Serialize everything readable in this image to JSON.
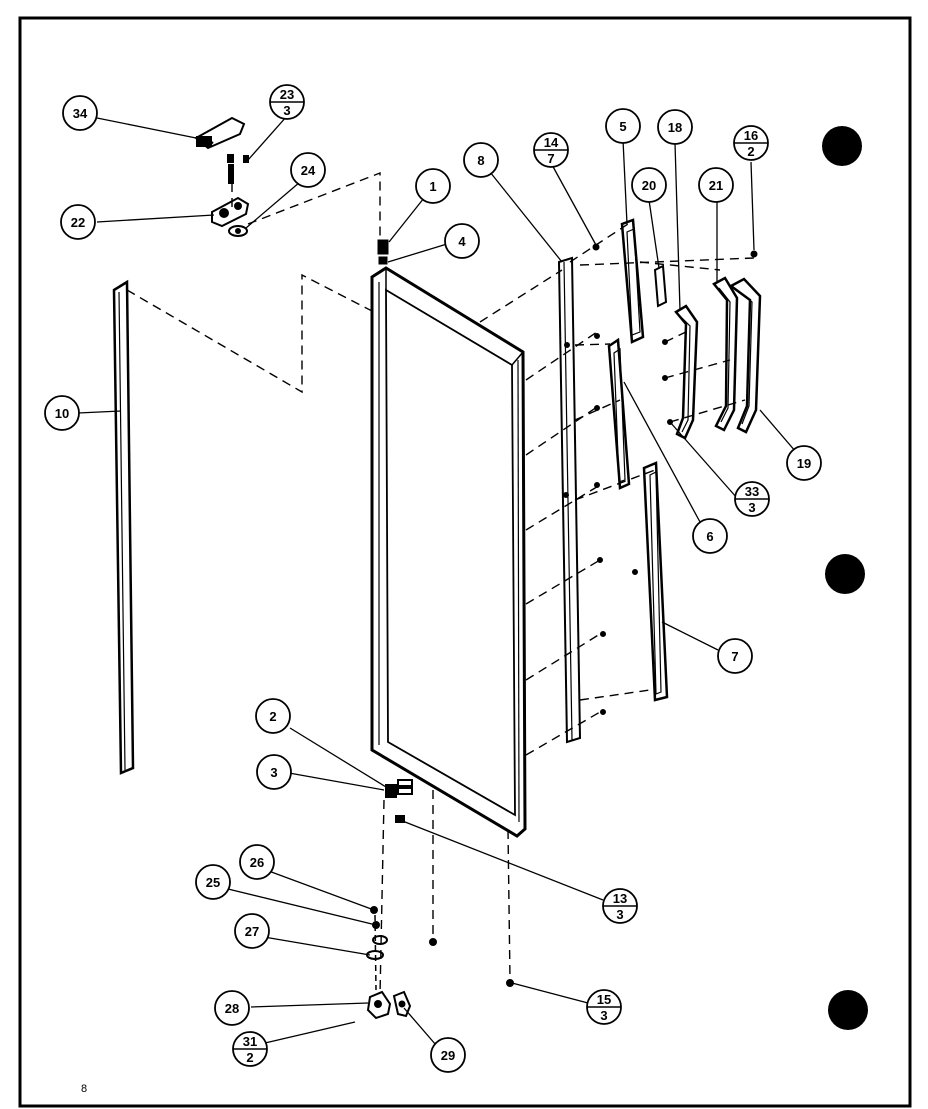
{
  "page_number": "8",
  "callouts": [
    {
      "id": "c1",
      "num": "1",
      "den": ""
    },
    {
      "id": "c2",
      "num": "2",
      "den": ""
    },
    {
      "id": "c3",
      "num": "3",
      "den": ""
    },
    {
      "id": "c4",
      "num": "4",
      "den": ""
    },
    {
      "id": "c5",
      "num": "5",
      "den": ""
    },
    {
      "id": "c6",
      "num": "6",
      "den": ""
    },
    {
      "id": "c7",
      "num": "7",
      "den": ""
    },
    {
      "id": "c8",
      "num": "8",
      "den": ""
    },
    {
      "id": "c10",
      "num": "10",
      "den": ""
    },
    {
      "id": "c13",
      "num": "13",
      "den": "3"
    },
    {
      "id": "c14",
      "num": "14",
      "den": "7"
    },
    {
      "id": "c15",
      "num": "15",
      "den": "3"
    },
    {
      "id": "c16",
      "num": "16",
      "den": "2"
    },
    {
      "id": "c18",
      "num": "18",
      "den": ""
    },
    {
      "id": "c19",
      "num": "19",
      "den": ""
    },
    {
      "id": "c20",
      "num": "20",
      "den": ""
    },
    {
      "id": "c21",
      "num": "21",
      "den": ""
    },
    {
      "id": "c22",
      "num": "22",
      "den": ""
    },
    {
      "id": "c23",
      "num": "23",
      "den": "3"
    },
    {
      "id": "c24",
      "num": "24",
      "den": ""
    },
    {
      "id": "c25",
      "num": "25",
      "den": ""
    },
    {
      "id": "c26",
      "num": "26",
      "den": ""
    },
    {
      "id": "c27",
      "num": "27",
      "den": ""
    },
    {
      "id": "c28",
      "num": "28",
      "den": ""
    },
    {
      "id": "c29",
      "num": "29",
      "den": ""
    },
    {
      "id": "c31",
      "num": "31",
      "den": "2"
    },
    {
      "id": "c33",
      "num": "33",
      "den": "3"
    },
    {
      "id": "c34",
      "num": "34",
      "den": ""
    }
  ]
}
